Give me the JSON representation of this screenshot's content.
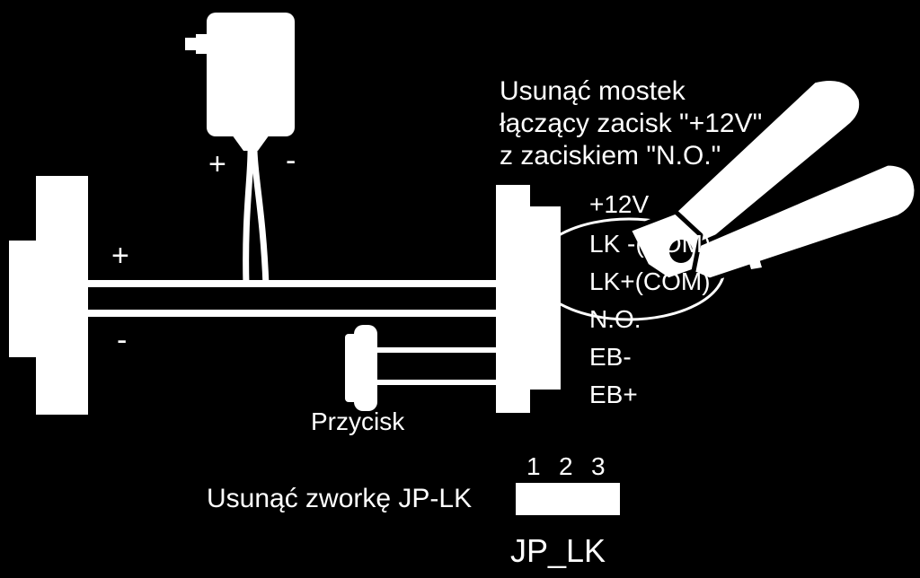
{
  "instruction": {
    "line1": "Usunąć mostek",
    "line2": "łączący zacisk \"+12V\"",
    "line3": "z zaciskiem \"N.O.\""
  },
  "adapter": {
    "plus": "+",
    "minus": "-"
  },
  "lock": {
    "plus": "+",
    "minus": "-"
  },
  "terminals": [
    "+12V",
    "LK -(COM)",
    "LK+(COM)",
    "N.O.",
    "EB-",
    "EB+"
  ],
  "button_label": "Przycisk",
  "jumper": {
    "instruction": "Usunąć zworkę JP-LK",
    "pin_numbers": [
      "1",
      "2",
      "3"
    ],
    "name": "JP_LK"
  },
  "colors": {
    "background": "#000000",
    "foreground": "#ffffff"
  }
}
